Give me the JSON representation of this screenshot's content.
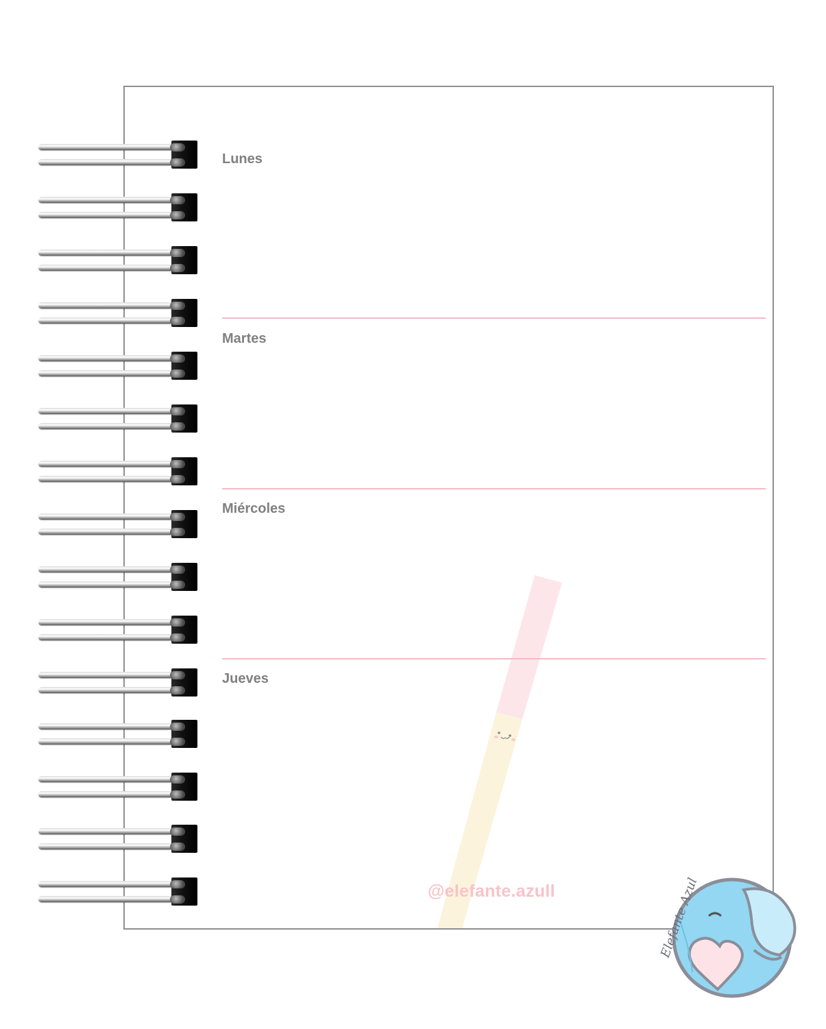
{
  "days": [
    {
      "label": "Lunes"
    },
    {
      "label": "Martes"
    },
    {
      "label": "Miércoles"
    },
    {
      "label": "Jueves"
    }
  ],
  "watermark": "@elefante.azull",
  "logo": {
    "text": "Elefante Azul",
    "icon": "elephant-heart-icon"
  },
  "colors": {
    "divider": "#f5b9c6",
    "label": "#808080",
    "watermark": "#f8c3c9",
    "page_border": "#8e8e93"
  }
}
